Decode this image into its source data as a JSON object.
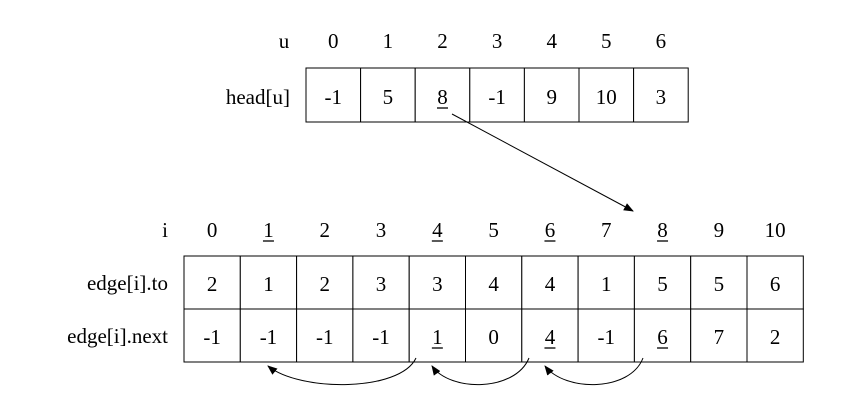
{
  "head_table": {
    "index_label": "u",
    "row_label": "head[u]",
    "indices": [
      "0",
      "1",
      "2",
      "3",
      "4",
      "5",
      "6"
    ],
    "values": [
      "-1",
      "5",
      "8",
      "-1",
      "9",
      "10",
      "3"
    ],
    "underlined_values": [
      2
    ]
  },
  "edge_table": {
    "index_label": "i",
    "to_label": "edge[i].to",
    "next_label": "edge[i].next",
    "indices": [
      "0",
      "1",
      "2",
      "3",
      "4",
      "5",
      "6",
      "7",
      "8",
      "9",
      "10"
    ],
    "underlined_indices": [
      1,
      4,
      6,
      8
    ],
    "to": [
      "2",
      "1",
      "2",
      "3",
      "3",
      "4",
      "4",
      "1",
      "5",
      "5",
      "6"
    ],
    "next": [
      "-1",
      "-1",
      "-1",
      "-1",
      "1",
      "0",
      "4",
      "-1",
      "6",
      "7",
      "2"
    ],
    "underlined_next": [
      4,
      6,
      8
    ]
  },
  "pointers": [
    {
      "from": "head[2]",
      "to": "edge index 8"
    },
    {
      "from": "edge[4].next",
      "to": "edge index 1"
    },
    {
      "from": "edge[6].next",
      "to": "edge index 4"
    },
    {
      "from": "edge[8].next",
      "to": "edge index 6"
    }
  ]
}
